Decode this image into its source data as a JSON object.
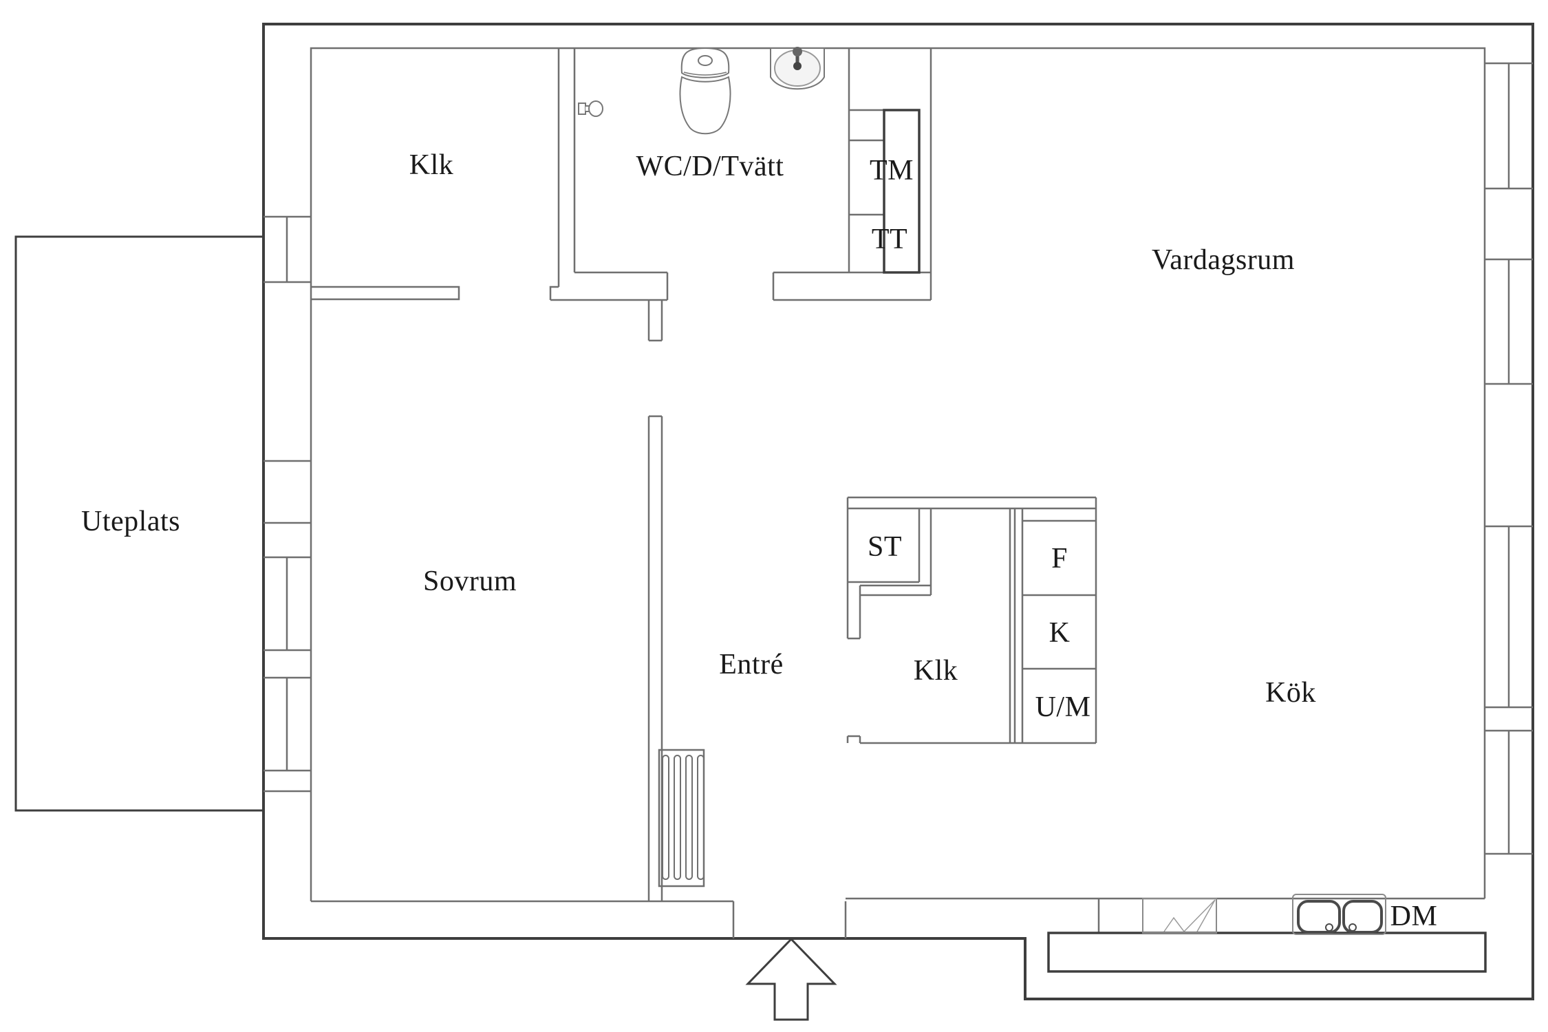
{
  "document": {
    "type": "apartment floor plan",
    "language": "Swedish"
  },
  "labels": {
    "uteplats": "Uteplats",
    "klk_room": "Klk",
    "wc": "WC/D/Tvätt",
    "tm": "TM",
    "tt": "TT",
    "vardagsrum": "Vardagsrum",
    "sovrum": "Sovrum",
    "entre": "Entré",
    "st": "ST",
    "klk_closet": "Klk",
    "f": "F",
    "k": "K",
    "um": "U/M",
    "kok": "Kök",
    "dm": "DM"
  },
  "icons": [
    "toilet-icon",
    "washbasin-icon",
    "toilet-roll-holder-icon",
    "kitchen-sink-icon",
    "stove-icon",
    "entrance-grille-icon",
    "entrance-arrow-icon",
    "window-symbol"
  ],
  "colors": {
    "background": "#ffffff",
    "outer_wall": "#3e3e3e",
    "inner_wall": "#6f6f6f",
    "fixture_line": "#8a8a8a",
    "label_text": "#1a1a1a"
  }
}
